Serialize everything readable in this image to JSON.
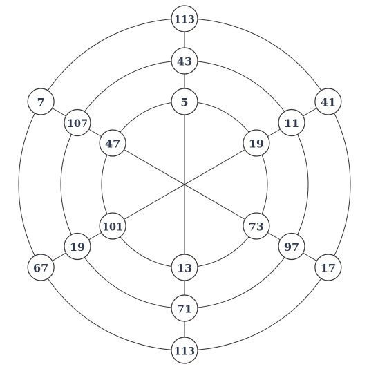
{
  "diagram": {
    "center_label": "",
    "rings": [
      {
        "name": "inner",
        "nodes": [
          "5",
          "19",
          "73",
          "13",
          "101",
          "47"
        ]
      },
      {
        "name": "middle",
        "nodes": [
          "43",
          "11",
          "97",
          "71",
          "19",
          "107"
        ]
      },
      {
        "name": "outer",
        "nodes": [
          "113",
          "41",
          "17",
          "113",
          "67",
          "7"
        ]
      }
    ],
    "colors": {
      "line": "#333333",
      "text": "#2f3a4e",
      "node_fill": "#ffffff"
    }
  }
}
